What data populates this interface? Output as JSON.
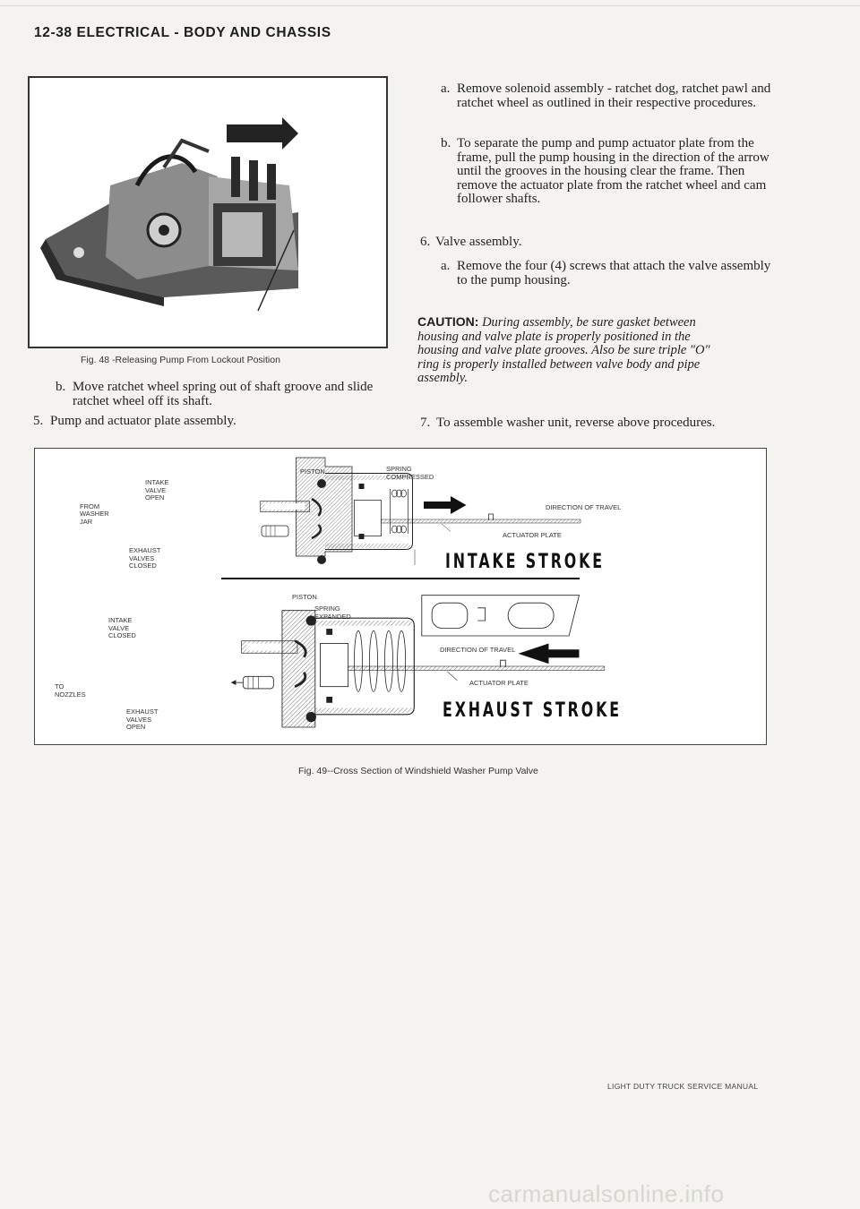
{
  "header": {
    "title": "12-38 ELECTRICAL - BODY AND CHASSIS"
  },
  "fig48": {
    "caption": "Fig. 48 -Releasing Pump From Lockout Position"
  },
  "left_column": {
    "item_b": {
      "label": "b.",
      "text": "Move ratchet wheel spring out of shaft groove and slide ratchet wheel off its shaft."
    },
    "item_5": {
      "label": "5.",
      "text": "Pump and actuator plate assembly."
    }
  },
  "right_column": {
    "item_a": {
      "label": "a.",
      "text": "Remove solenoid assembly - ratchet dog, ratchet pawl and ratchet wheel as outlined in their respective procedures."
    },
    "item_b": {
      "label": "b.",
      "text": "To separate the pump and pump actuator plate from the frame, pull the pump housing in the direction of the arrow until the grooves in the housing clear the frame. Then remove the actuator plate from the ratchet wheel and cam follower shafts."
    },
    "item_6": {
      "label": "6.",
      "text": "Valve assembly."
    },
    "item_6a": {
      "label": "a.",
      "text": "Remove the four (4) screws that attach the valve assembly to the pump housing."
    },
    "caution": {
      "heading": "CAUTION:",
      "text": "During assembly, be sure gasket between housing and valve plate is properly positioned in the housing and valve plate grooves. Also be sure triple \"O\" ring is properly installed between valve body and pipe assembly."
    },
    "item_7": {
      "label": "7.",
      "text": "To assemble washer unit, reverse above procedures."
    }
  },
  "fig49": {
    "caption": "Fig. 49--Cross Section of Windshield Washer Pump Valve",
    "intake": {
      "title": "INTAKE STROKE",
      "piston": "PISTON",
      "spring": "SPRING\nCOMPRESSED",
      "intake_valve": "INTAKE\nVALVE\nOPEN",
      "from_washer": "FROM\nWASHER\nJAR",
      "direction": "DIRECTION OF TRAVEL",
      "actuator": "ACTUATOR PLATE",
      "exhaust": "EXHAUST\nVALVES\nCLOSED"
    },
    "exhaust": {
      "title": "EXHAUST STROKE",
      "piston": "PISTON",
      "spring": "SPRING\nEXPANDED",
      "intake_valve": "INTAKE\nVALVE\nCLOSED",
      "to_nozzles": "TO\nNOZZLES",
      "direction": "DIRECTION OF TRAVEL",
      "actuator": "ACTUATOR PLATE",
      "exhaust": "EXHAUST\nVALVES\nOPEN"
    }
  },
  "footer": {
    "text": "LIGHT DUTY TRUCK SERVICE MANUAL"
  },
  "watermark": {
    "text": "carmanualsonline.info"
  }
}
